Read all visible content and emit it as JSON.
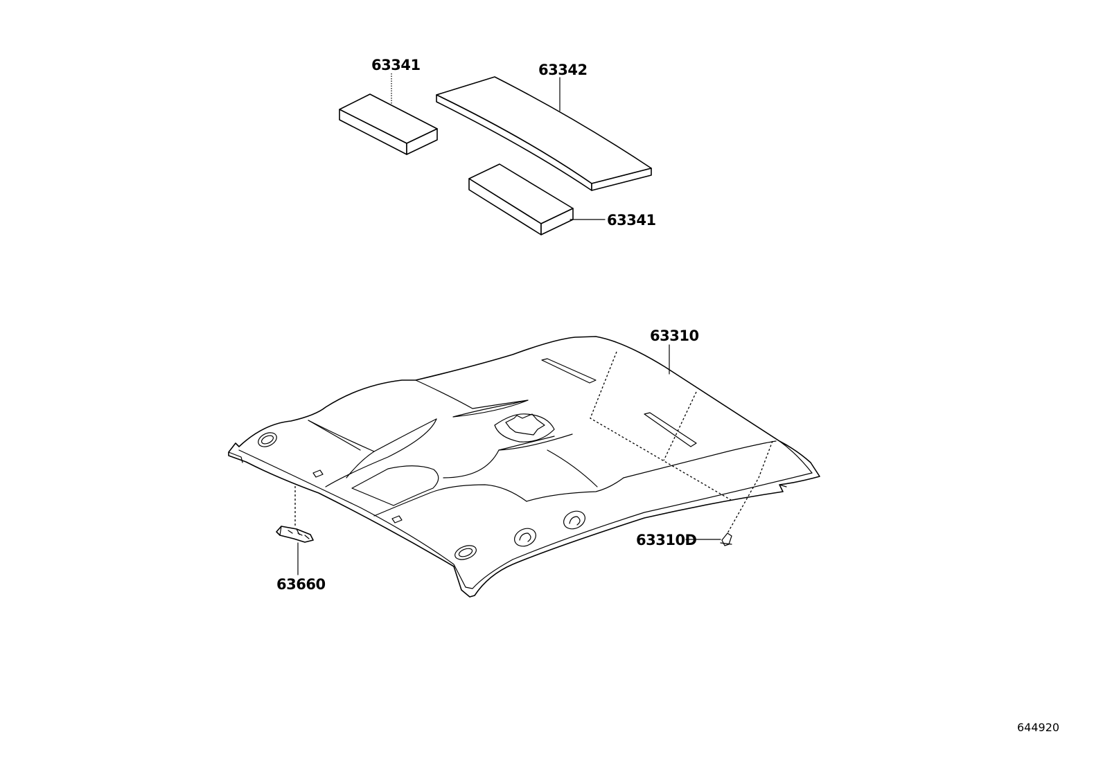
{
  "diagram": {
    "part_labels": [
      {
        "id": "p63341_a",
        "number": "63341"
      },
      {
        "id": "p63342",
        "number": "63342"
      },
      {
        "id": "p63341_b",
        "number": "63341"
      },
      {
        "id": "p63310",
        "number": "63310"
      },
      {
        "id": "p63310D",
        "number": "63310D"
      },
      {
        "id": "p63660",
        "number": "63660"
      }
    ],
    "reference_code": "644920"
  }
}
